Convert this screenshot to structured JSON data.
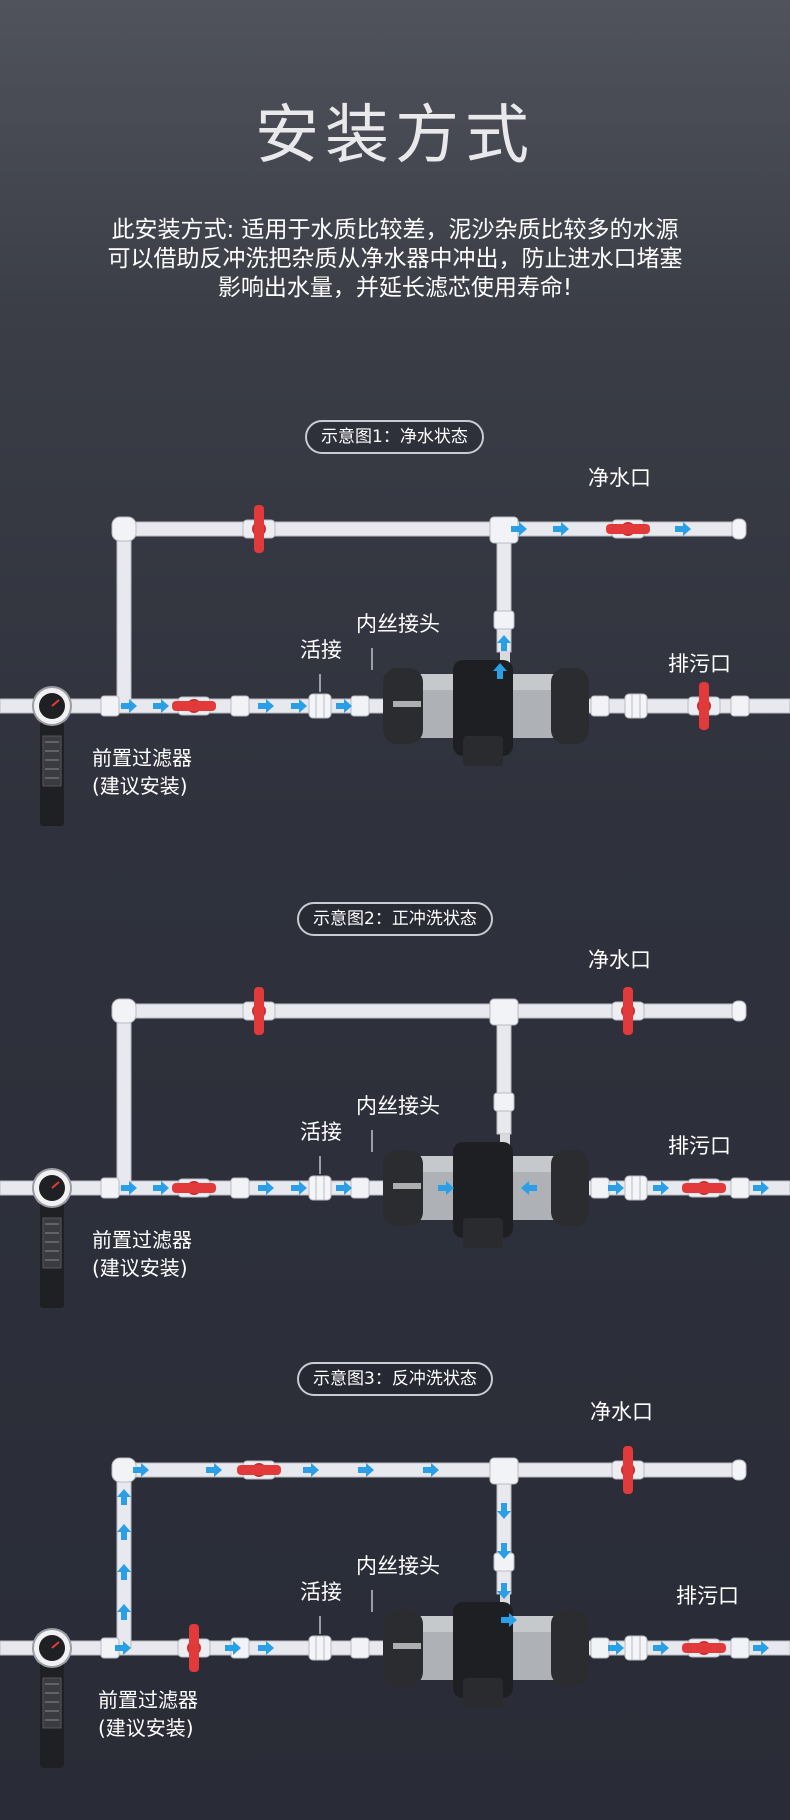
{
  "page": {
    "title": "安装方式",
    "intro_lines": [
      "此安装方式: 适用于水质比较差，泥沙杂质比较多的水源",
      "可以借助反冲洗把杂质从净水器中冲出，防止进水口堵塞",
      "影响出水量，并延长滤芯使用寿命!"
    ]
  },
  "diagrams": [
    {
      "caption": "示意图1：净水状态",
      "labels": {
        "clean_outlet": "净水口",
        "union": "活接",
        "threaded_joint": "内丝接头",
        "drain": "排污口",
        "prefilter_line1": "前置过滤器",
        "prefilter_line2": "(建议安装)"
      },
      "valves": {
        "bypass": "closed",
        "clean_outlet": "open",
        "inlet": "open",
        "drain": "closed"
      }
    },
    {
      "caption": "示意图2：正冲洗状态",
      "labels": {
        "clean_outlet": "净水口",
        "union": "活接",
        "threaded_joint": "内丝接头",
        "drain": "排污口",
        "prefilter_line1": "前置过滤器",
        "prefilter_line2": "(建议安装)"
      },
      "valves": {
        "bypass": "closed",
        "clean_outlet": "closed",
        "inlet": "open",
        "drain": "open"
      }
    },
    {
      "caption": "示意图3：反冲洗状态",
      "labels": {
        "clean_outlet": "净水口",
        "union": "活接",
        "threaded_joint": "内丝接头",
        "drain": "排污口",
        "prefilter_line1": "前置过滤器",
        "prefilter_line2": "(建议安装)"
      },
      "valves": {
        "bypass": "open",
        "clean_outlet": "closed",
        "inlet": "closed",
        "drain": "open"
      }
    }
  ],
  "colors": {
    "pipe": "#e8e9ee",
    "pipe_shade": "#b9bcc4",
    "valve_red": "#e23a3a",
    "flow_arrow": "#2a9fe6",
    "purifier_steel": "#aeb1b6",
    "purifier_dark": "#2b2c30"
  }
}
